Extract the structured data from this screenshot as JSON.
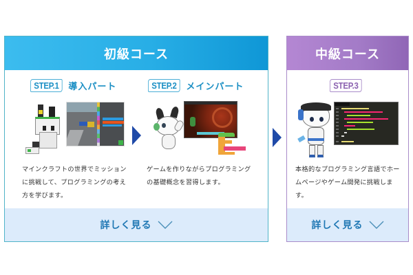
{
  "courses": [
    {
      "title": "初級コース",
      "header_gradient": [
        "#3cbcef",
        "#0f97d6"
      ],
      "border_color": "#4fb3c8",
      "steps": [
        {
          "badge": "STEP.1",
          "title": "導入パート",
          "illustration": "minecraft-screenshot-with-blocky-character",
          "description": "マインクラフトの世界でミッションに挑戦して、プログラミングの考え方を学びます。"
        },
        {
          "badge": "STEP.2",
          "title": "メインパート",
          "illustration": "game-screenshot-with-cat-robot-character",
          "description": "ゲームを作りながらプログラミングの基礎概念を習得します。"
        }
      ],
      "more_button": {
        "label": "詳しく見る",
        "icon": "chevron-down-icon"
      }
    },
    {
      "title": "中級コース",
      "header_gradient": [
        "#b487d3",
        "#9066b6"
      ],
      "border_color": "#a98bc9",
      "steps": [
        {
          "badge": "STEP.3",
          "title": "",
          "illustration": "code-editor-with-robot-character",
          "description": "本格的なプログラミング言語でホームページやゲーム開発に挑戦します。"
        }
      ],
      "more_button": {
        "label": "詳しく見る",
        "icon": "chevron-down-icon"
      }
    }
  ],
  "flow_arrow": {
    "icon": "arrow-right-icon",
    "color": "#1f4aa8"
  },
  "colors": {
    "step_text_beginner": "#1b8fc4",
    "step_text_intermediate": "#8b62b0",
    "button_bg": "#dcebfb",
    "button_text": "#2078b4"
  }
}
